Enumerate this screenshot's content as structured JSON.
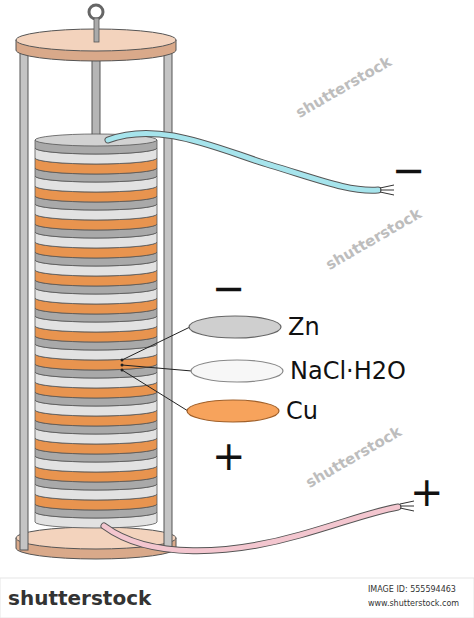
{
  "diagram": {
    "nodes": [
      {
        "text": [
          "Zn"
        ]
      },
      {
        "text": [
          "NaCl·H2O"
        ]
      },
      {
        "text": [
          "Cu"
        ]
      }
    ],
    "labels": [
      "−",
      "−",
      "+",
      "+",
      "shutterstock",
      "shutterstock",
      "shutterstock",
      "shutterstock",
      "IMAGE ID: 555594463",
      "www.shutterstock.com"
    ]
  }
}
